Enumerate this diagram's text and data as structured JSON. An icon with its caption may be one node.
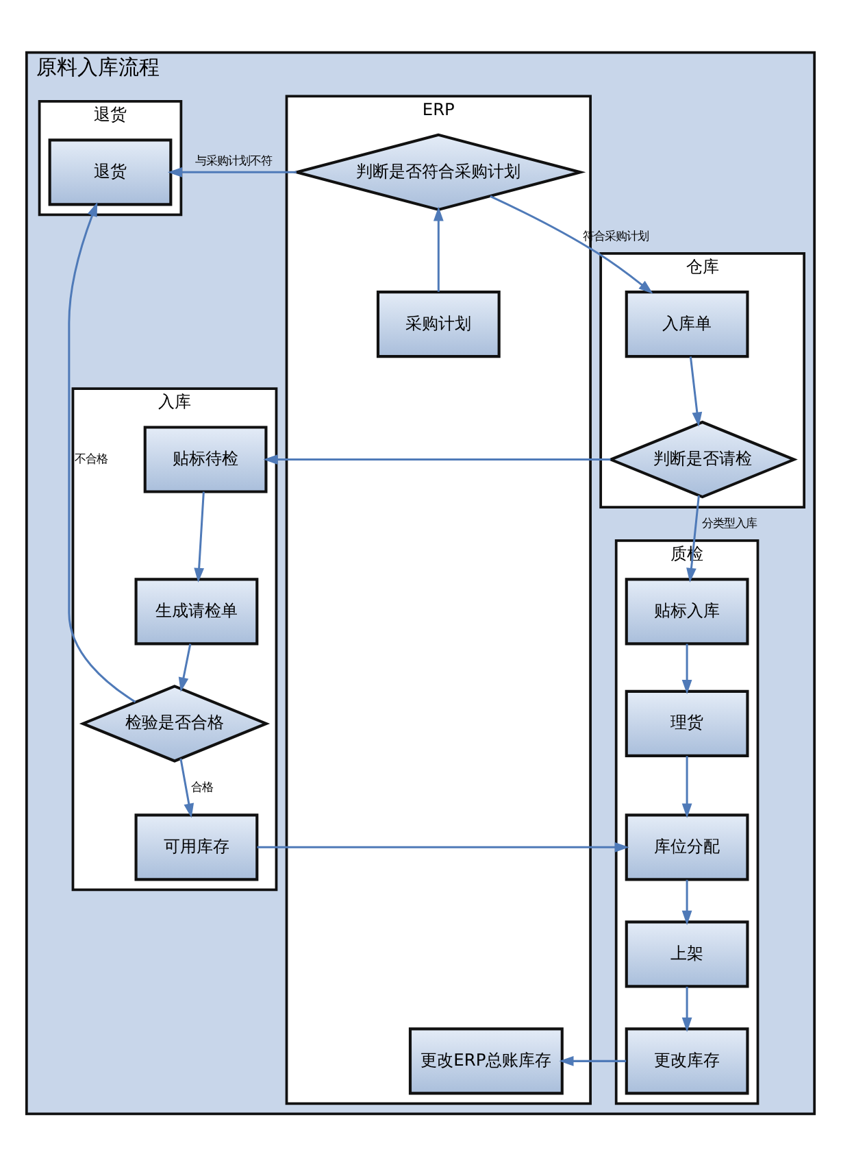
{
  "diagram": {
    "nodes": [
      {
        "text": [
          "原料入库流程"
        ]
      },
      {
        "text": [
          "ERP"
        ],
        "in": 0
      },
      {
        "text": [
          "仓库"
        ],
        "in": 0
      },
      {
        "text": [
          "质检"
        ],
        "in": 0
      },
      {
        "text": [
          "入库"
        ],
        "in": 0
      },
      {
        "text": [
          "退货"
        ],
        "in": 0
      },
      {
        "text": [
          "判断是否符合采购计划"
        ],
        "in": 1
      },
      {
        "text": [
          "采购计划"
        ],
        "in": 1
      },
      {
        "text": [
          "更改ERP总账库存"
        ],
        "in": 1
      },
      {
        "text": [
          "入库单"
        ],
        "in": 2
      },
      {
        "text": [
          "判断是否请检"
        ],
        "in": 2
      },
      {
        "text": [
          "贴标入库"
        ],
        "in": 3
      },
      {
        "text": [
          "理货"
        ],
        "in": 3
      },
      {
        "text": [
          "库位分配"
        ],
        "in": 3
      },
      {
        "text": [
          "上架"
        ],
        "in": 3
      },
      {
        "text": [
          "更改库存"
        ],
        "in": 3
      },
      {
        "text": [
          "贴标待检"
        ],
        "in": 4
      },
      {
        "text": [
          "生成请检单"
        ],
        "in": 4
      },
      {
        "text": [
          "检验是否合格"
        ],
        "in": 4
      },
      {
        "text": [
          "可用库存"
        ],
        "in": 4
      },
      {
        "text": [
          "退货"
        ],
        "in": 5
      }
    ],
    "edges": [
      {
        "from": 7,
        "to": 6,
        "arrow": "to"
      },
      {
        "from": 6,
        "to": 20,
        "arrow": "to",
        "label": "与采购计划不符"
      },
      {
        "from": 6,
        "to": 9,
        "arrow": "to",
        "label": "符合采购计划"
      },
      {
        "from": 9,
        "to": 10,
        "arrow": "to"
      },
      {
        "from": 10,
        "to": 16,
        "arrow": "to"
      },
      {
        "from": 10,
        "to": 11,
        "arrow": "to",
        "label": "分类型入库"
      },
      {
        "from": 11,
        "to": 12,
        "arrow": "to"
      },
      {
        "from": 12,
        "to": 13,
        "arrow": "to"
      },
      {
        "from": 13,
        "to": 14,
        "arrow": "to"
      },
      {
        "from": 14,
        "to": 15,
        "arrow": "to"
      },
      {
        "from": 15,
        "to": 8,
        "arrow": "to"
      },
      {
        "from": 16,
        "to": 17,
        "arrow": "to"
      },
      {
        "from": 17,
        "to": 18,
        "arrow": "to"
      },
      {
        "from": 18,
        "to": 19,
        "arrow": "to",
        "label": "合格"
      },
      {
        "from": 18,
        "to": 20,
        "arrow": "to",
        "label": "不合格"
      },
      {
        "from": 19,
        "to": 13,
        "arrow": "to"
      }
    ]
  }
}
